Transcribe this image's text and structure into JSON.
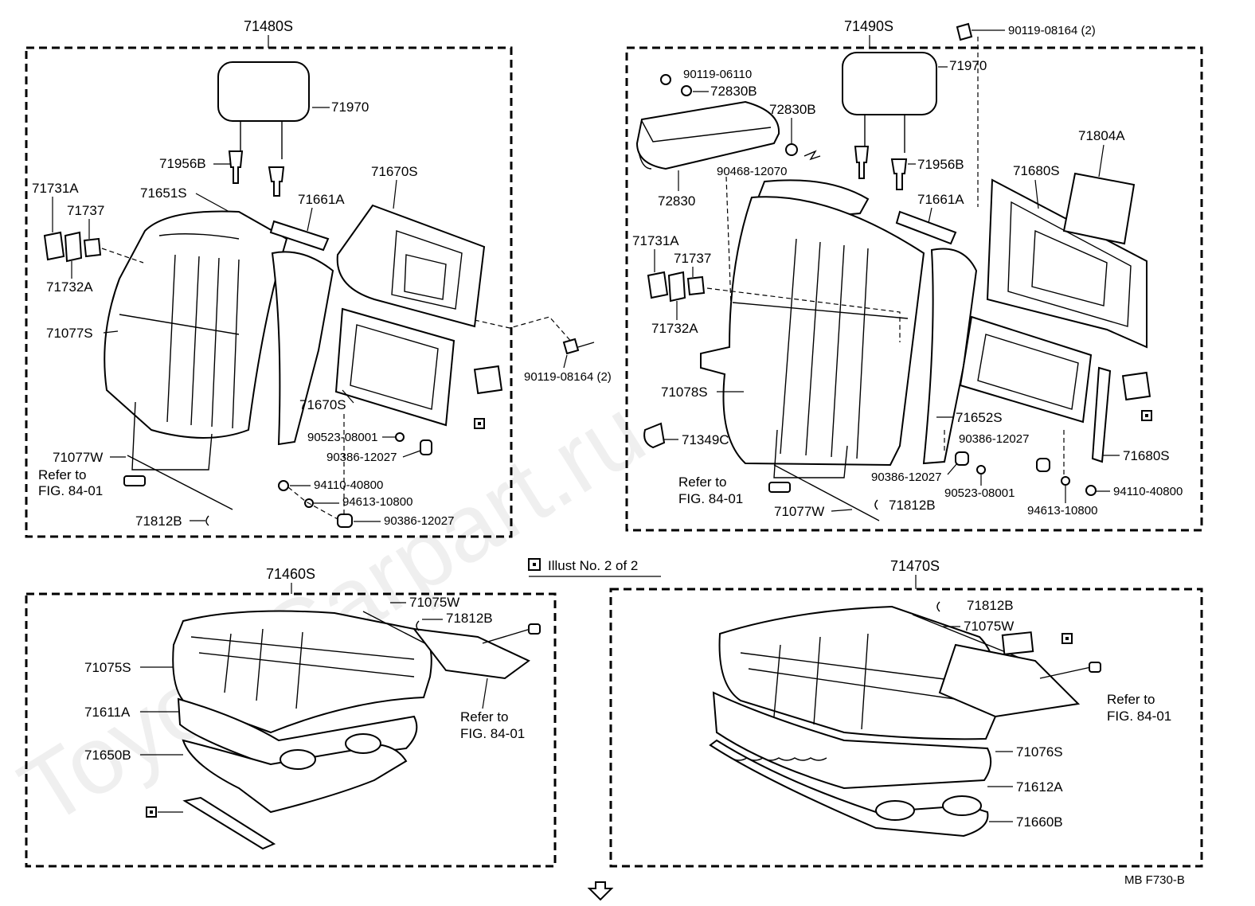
{
  "watermark": "ToyotaCarpart.ru",
  "figure_code": "MB  F730-B",
  "illust_note": "Illust No. 2 of 2",
  "groups": {
    "top_left": "71480S",
    "top_right": "71490S",
    "bottom_left": "71460S",
    "bottom_right": "71470S"
  },
  "top_left_labels": {
    "headrest": "71970",
    "guide": "71956B",
    "cover_top": "71651S",
    "frame": "71670S",
    "pad": "71661A",
    "bracket_a": "71731A",
    "bracket_b": "71737",
    "bracket_c": "71732A",
    "cover": "71077S",
    "frame_lower": "71670S",
    "wire": "71077W",
    "refer_1": "Refer to",
    "refer_2": "FIG. 84-01",
    "clip": "71812B",
    "bolt": "90119-08164 (2)",
    "nut": "90523-08001",
    "bush": "90386-12027",
    "nut2": "94110-40800",
    "washer": "94613-10800",
    "bush2": "90386-12027"
  },
  "top_right_labels": {
    "bolt_top": "90119-08164 (2)",
    "screw": "90119-06110",
    "cap1": "72830B",
    "cap2": "72830B",
    "armrest": "72830",
    "clip_arm": "90468-12070",
    "headrest": "71970",
    "guide": "71956B",
    "board": "71804A",
    "frame": "71680S",
    "pad": "71661A",
    "bracket_a": "71731A",
    "bracket_b": "71737",
    "bracket_c": "71732A",
    "cover": "71078S",
    "hinge": "71349C",
    "cover_side": "71652S",
    "bush": "90386-12027",
    "frame_lower": "71680S",
    "refer_1": "Refer to",
    "refer_2": "FIG. 84-01",
    "bush2": "90386-12027",
    "nut": "90523-08001",
    "nut2": "94110-40800",
    "washer": "94613-10800",
    "wire": "71077W",
    "clip": "71812B"
  },
  "bottom_left_labels": {
    "wire": "71075W",
    "clip": "71812B",
    "cover": "71075S",
    "pad": "71611A",
    "frame": "71650B",
    "refer_1": "Refer to",
    "refer_2": "FIG. 84-01"
  },
  "bottom_right_labels": {
    "clip": "71812B",
    "wire": "71075W",
    "refer_1": "Refer to",
    "refer_2": "FIG. 84-01",
    "cover": "71076S",
    "pad": "71612A",
    "frame": "71660B"
  }
}
